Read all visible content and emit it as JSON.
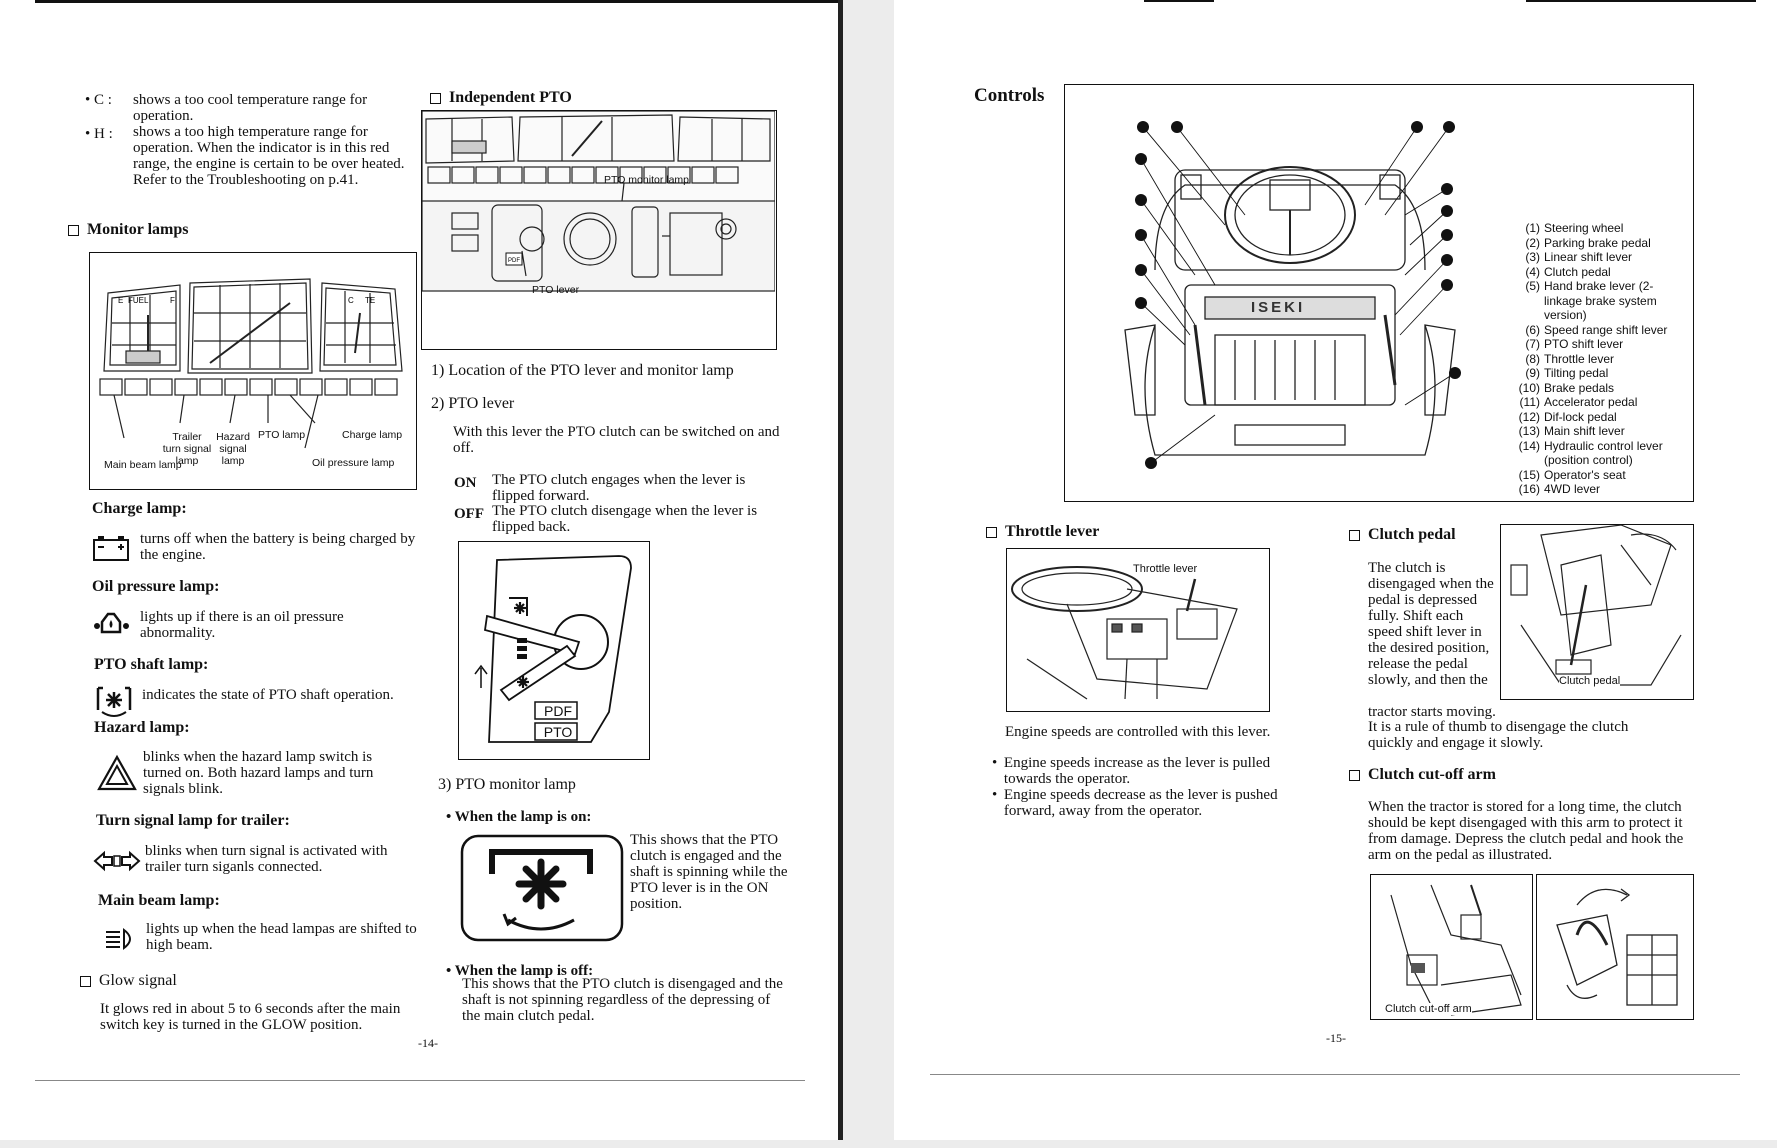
{
  "left": {
    "temp_c": {
      "key": "• C :",
      "text": "shows a too cool temperature range for operation."
    },
    "temp_h": {
      "key": "• H :",
      "text": "shows a too high temperature range for operation. When the indicator is in this red range, the engine is certain to be over heated. Refer to the Troubleshooting on p.41."
    },
    "monitor_heading": "Monitor lamps",
    "panel_labels": {
      "fuel_e": "E",
      "fuel": "FUEL",
      "fuel_f": "F",
      "temp_c": "C",
      "temp": "TE",
      "trailer": "Trailer turn signal lamp",
      "hazard": "Hazard signal lamp",
      "pto": "PTO lamp",
      "charge": "Charge lamp",
      "main_beam": "Main beam lamp",
      "oil": "Oil pressure lamp"
    },
    "charge": {
      "title": "Charge lamp:",
      "text": "turns off when the battery is being charged by the engine."
    },
    "oil": {
      "title": "Oil pressure lamp:",
      "text": "lights up if there is an oil pressure abnormality."
    },
    "pto_shaft": {
      "title": "PTO shaft lamp:",
      "text": "indicates the state of PTO shaft operation."
    },
    "hazard": {
      "title": "Hazard lamp:",
      "text": "blinks when the hazard lamp switch is turned on. Both hazard lamps and turn signals blink."
    },
    "turn": {
      "title": "Turn signal lamp for trailer:",
      "text": "blinks when turn signal is activated with trailer turn siganls connected."
    },
    "beam": {
      "title": "Main beam lamp:",
      "text": "lights up when the head lampas are shifted to high beam."
    },
    "glow": {
      "heading": "Glow signal",
      "text": "It glows red in about 5 to 6 seconds after the main switch key is turned in the GLOW position."
    },
    "pto_heading": "Independent PTO",
    "pto_fig": {
      "monitor_lamp": "PTO monitor lamp",
      "lever": "PTO lever",
      "pdf": "PDF",
      "pto": "PTO"
    },
    "item1": "1) Location of the PTO lever and monitor lamp",
    "item2": "2) PTO lever",
    "item2_text": "With this lever the PTO clutch can be switched on and off.",
    "on_key": "ON",
    "on_text": "The PTO clutch engages when the lever is flipped forward.",
    "off_key": "OFF",
    "off_text": "The PTO clutch disengage when the lever is flipped back.",
    "item3": "3) PTO monitor lamp",
    "lamp_on_h": "When the lamp is on:",
    "lamp_on_text": "This shows that the PTO clutch is engaged and the shaft is spinning while the PTO lever is in the ON position.",
    "lamp_off_h": "When the lamp is off:",
    "lamp_off_text": "This shows that the PTO clutch is disengaged and the shaft is not spinning regardless of the depressing of the main clutch pedal.",
    "page_no": "-14-"
  },
  "right": {
    "controls_heading": "Controls",
    "controls_list": [
      {
        "n": "(1)",
        "t": "Steering wheel"
      },
      {
        "n": "(2)",
        "t": "Parking brake pedal"
      },
      {
        "n": "(3)",
        "t": "Linear shift lever"
      },
      {
        "n": "(4)",
        "t": "Clutch pedal"
      },
      {
        "n": "(5)",
        "t": "Hand brake lever (2-linkage brake system version)"
      },
      {
        "n": "(6)",
        "t": "Speed range shift lever"
      },
      {
        "n": "(7)",
        "t": "PTO shift lever"
      },
      {
        "n": "(8)",
        "t": "Throttle lever"
      },
      {
        "n": "(9)",
        "t": "Tilting pedal"
      },
      {
        "n": "(10)",
        "t": "Brake pedals"
      },
      {
        "n": "(11)",
        "t": "Accelerator pedal"
      },
      {
        "n": "(12)",
        "t": "Dif-lock pedal"
      },
      {
        "n": "(13)",
        "t": "Main shift lever"
      },
      {
        "n": "(14)",
        "t": "Hydraulic control lever (position control)"
      },
      {
        "n": "(15)",
        "t": "Operator's seat"
      },
      {
        "n": "(16)",
        "t": "4WD lever"
      }
    ],
    "brand": "ISEKI",
    "throttle": {
      "heading": "Throttle lever",
      "fig_label": "Throttle lever",
      "text": "Engine speeds are controlled with this lever.",
      "b1": "Engine speeds increase as the lever is pulled towards the operator.",
      "b2": "Engine speeds decrease as the lever is pushed forward, away from the operator."
    },
    "clutch": {
      "heading": "Clutch pedal",
      "fig_label": "Clutch pedal",
      "text1": "The clutch is disengaged when the pedal is depressed fully. Shift each speed shift lever in the desired position, release the pedal slowly, and then the",
      "text2": "tractor starts moving.",
      "text3": "It is a rule of thumb to disengage the clutch quickly and engage it slowly."
    },
    "cutoff": {
      "heading": "Clutch cut-off arm",
      "fig_label": "Clutch cut-off arm",
      "text": "When the tractor is stored for a long time, the clutch should be kept disengaged with this arm to protect it from damage. Depress the clutch pedal and hook the arm on the pedal as illustrated."
    },
    "page_no": "-15-"
  }
}
